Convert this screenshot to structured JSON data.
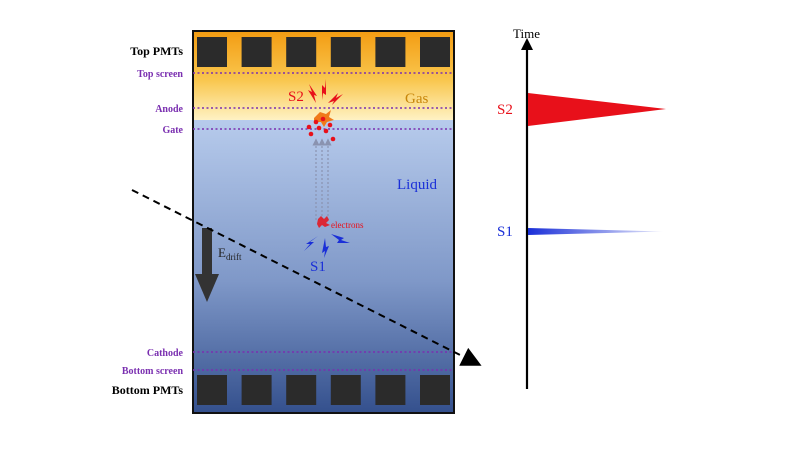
{
  "labels": {
    "top_pmts": "Top PMTs",
    "top_screen": "Top screen",
    "anode": "Anode",
    "gate": "Gate",
    "cathode": "Cathode",
    "bottom_screen": "Bottom screen",
    "bottom_pmts": "Bottom PMTs",
    "gas": "Gas",
    "liquid": "Liquid",
    "s2_detector": "S2",
    "s1_detector": "S1",
    "electrons": "electrons",
    "e_drift_main": "E",
    "e_drift_sub": "drift"
  },
  "timeline": {
    "axis_label": "Time",
    "s2_label": "S2",
    "s1_label": "S1"
  },
  "pmt_count_per_row": 6,
  "colors": {
    "gas_top": "#f5a623",
    "gas_bottom": "#fde9a6",
    "liquid_top": "#b5c9ea",
    "liquid_bottom": "#3a5593",
    "pmt": "#2b2b2b",
    "electrode_line": "#7a2fb0",
    "s2_red": "#e8101a",
    "s1_blue": "#1a2fd8",
    "gas_text": "#c8860a",
    "liquid_text": "#1a2fd8"
  }
}
